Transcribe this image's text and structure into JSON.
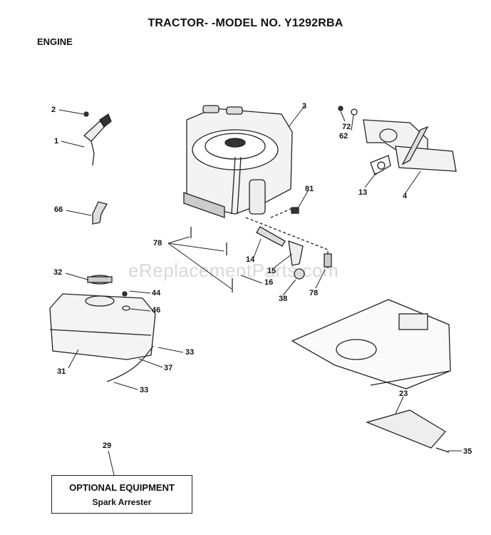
{
  "header": {
    "title": "TRACTOR- -MODEL NO. Y1292RBA",
    "section": "ENGINE"
  },
  "watermark": "eReplacementParts.com",
  "callouts": [
    "2",
    "1",
    "66",
    "32",
    "31",
    "44",
    "46",
    "37",
    "33",
    "33",
    "78",
    "14",
    "15",
    "16",
    "38",
    "78",
    "3",
    "81",
    "72",
    "62",
    "13",
    "4",
    "23",
    "35",
    "29"
  ],
  "optional": {
    "line1": "OPTIONAL EQUIPMENT",
    "line2": "Spark Arrester"
  }
}
